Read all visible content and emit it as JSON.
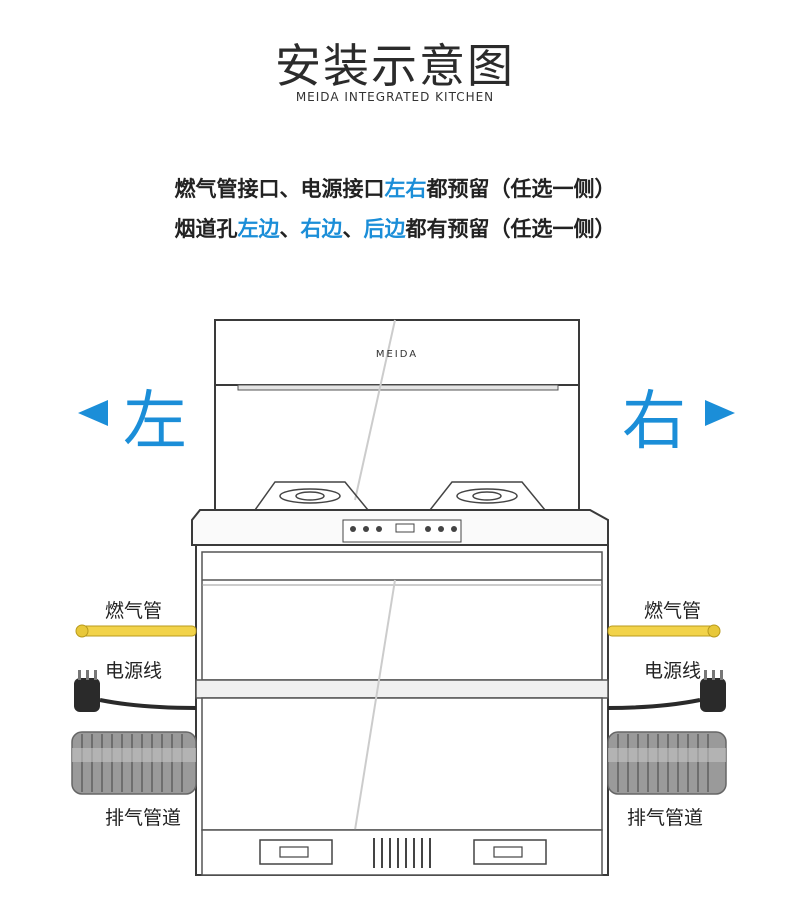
{
  "header": {
    "title": "安装示意图",
    "subtitle": "MEIDA INTEGRATED KITCHEN"
  },
  "notes": {
    "line1": {
      "before": "燃气管接口、电源接口",
      "highlight": "左右",
      "after": "都预留（任选一侧）"
    },
    "line2": {
      "before": "烟道孔",
      "highlight1": "左边",
      "sep1": "、",
      "highlight2": "右边",
      "sep2": "、",
      "highlight3": "后边",
      "after": "都有预留（任选一侧）"
    }
  },
  "sides": {
    "left": "左",
    "right": "右"
  },
  "labels": {
    "gas_pipe": "燃气管",
    "power_cord": "电源线",
    "exhaust_pipe": "排气管道"
  },
  "brand": "MEIDA",
  "colors": {
    "accent": "#1b8ed8",
    "gas_pipe": "#f2d34a",
    "line": "#3a3a3a",
    "duct": "#9a9a9a"
  }
}
